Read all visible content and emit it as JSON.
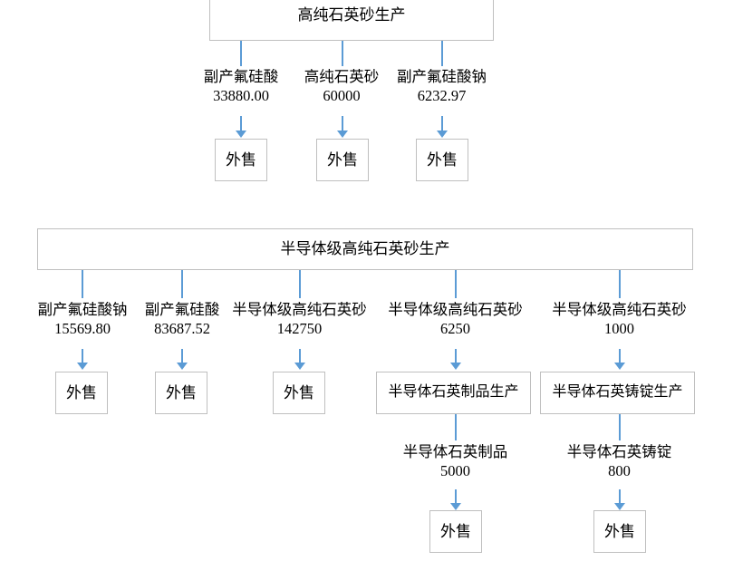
{
  "diagram": {
    "title_hidden": "",
    "colors": {
      "connector": "#5b9bd5",
      "box_border": "#bfbfbf",
      "background": "#ffffff",
      "text": "#000000"
    },
    "sections": [
      {
        "id": "high-purity-quartz-sand",
        "process_label": "高纯石英砂生产",
        "outputs": [
          {
            "name": "副产氟硅酸",
            "value": "33880.00",
            "target": "外售"
          },
          {
            "name": "高纯石英砂",
            "value": "60000",
            "target": "外售"
          },
          {
            "name": "副产氟硅酸钠",
            "value": "6232.97",
            "target": "外售"
          }
        ]
      },
      {
        "id": "semiconductor-grade-high-purity-quartz-sand",
        "process_label": "半导体级高纯石英砂生产",
        "outputs": [
          {
            "name": "副产氟硅酸钠",
            "value": "15569.80",
            "target": "外售"
          },
          {
            "name": "副产氟硅酸",
            "value": "83687.52",
            "target": "外售"
          },
          {
            "name": "半导体级高纯石英砂",
            "value": "142750",
            "target": "外售"
          },
          {
            "name": "半导体级高纯石英砂",
            "value": "6250",
            "target": "半导体石英制品生产"
          },
          {
            "name": "半导体级高纯石英砂",
            "value": "1000",
            "target": "半导体石英铸锭生产"
          }
        ]
      }
    ],
    "sub_processes": [
      {
        "id": "semiconductor-quartz-products",
        "process_label": "半导体石英制品生产",
        "output": {
          "name": "半导体石英制品",
          "value": "5000",
          "target": "外售"
        }
      },
      {
        "id": "semiconductor-quartz-ingot",
        "process_label": "半导体石英铸锭生产",
        "output": {
          "name": "半导体石英铸锭",
          "value": "800",
          "target": "外售"
        }
      }
    ]
  }
}
